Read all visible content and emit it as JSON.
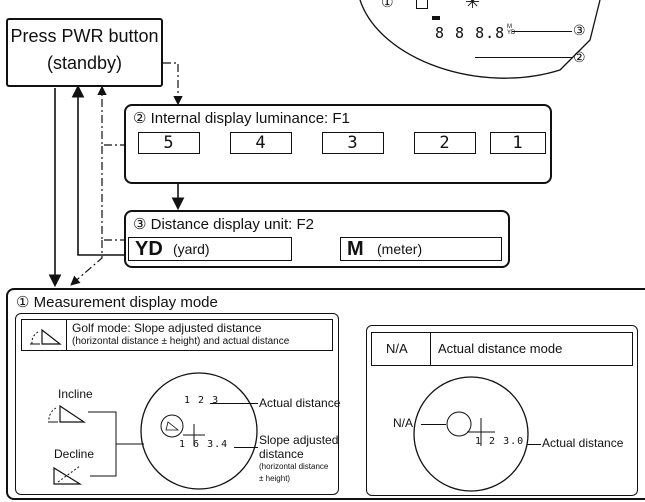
{
  "top_display": {
    "segments": "8 8 8.8",
    "unit_small": "M\nYD",
    "callout_3": "③",
    "callout_2": "②",
    "callout_1": "①"
  },
  "pwr_box": {
    "line1": "Press PWR button",
    "line2": "(standby)"
  },
  "f1": {
    "title": "② Internal display luminance: F1",
    "levels": [
      "5",
      "4",
      "3",
      "2",
      "1"
    ]
  },
  "f2": {
    "title": "③ Distance display unit: F2",
    "yd_big": "YD",
    "yd_small": "(yard)",
    "m_big": "M",
    "m_small": "(meter)"
  },
  "measure": {
    "title": "① Measurement display mode",
    "golf": {
      "header_line1": "Golf mode: Slope adjusted distance",
      "header_line2": "(horizontal distance ± height) and actual distance",
      "incline": "Incline",
      "decline": "Decline",
      "reading_top": "1 2 3",
      "reading_bottom": "1 6 3.4",
      "actual_label": "Actual distance",
      "slope_line1": "Slope adjusted",
      "slope_line2": "distance",
      "slope_line3": "(horizontal distance",
      "slope_line4": "± height)"
    },
    "actual": {
      "na_header": "N/A",
      "header": "Actual distance mode",
      "na_label": "N/A",
      "reading": "1 2 3.0",
      "actual_label": "Actual distance"
    }
  }
}
